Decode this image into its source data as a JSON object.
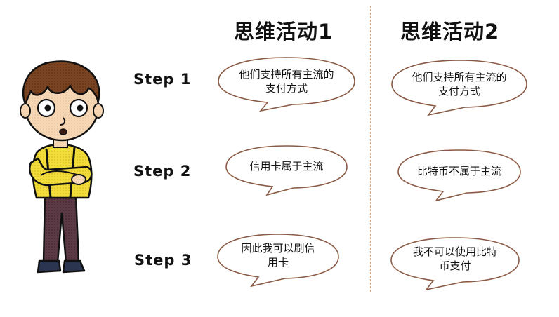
{
  "activity1": {
    "title": "思维活动1"
  },
  "activity2": {
    "title": "思维活动2"
  },
  "steps": [
    {
      "label": "Step 1"
    },
    {
      "label": "Step 2"
    },
    {
      "label": "Step 3"
    }
  ],
  "bubbles": {
    "a1s1": "他们支持所有主流的支付方式",
    "a1s2": "信用卡属于主流",
    "a1s3": "因此我可以刷信用卡",
    "a2s1": "他们支持所有主流的支付方式",
    "a2s2": "比特币不属于主流",
    "a2s3": "我不可以使用比特币支付"
  },
  "colors": {
    "bubble_stroke": "#8b5a44",
    "divider": "#d9a57a",
    "hair": "#6b3a1f",
    "shirt": "#f2dd3a",
    "pants": "#5c3a45",
    "skin": "#f6d7b5"
  }
}
